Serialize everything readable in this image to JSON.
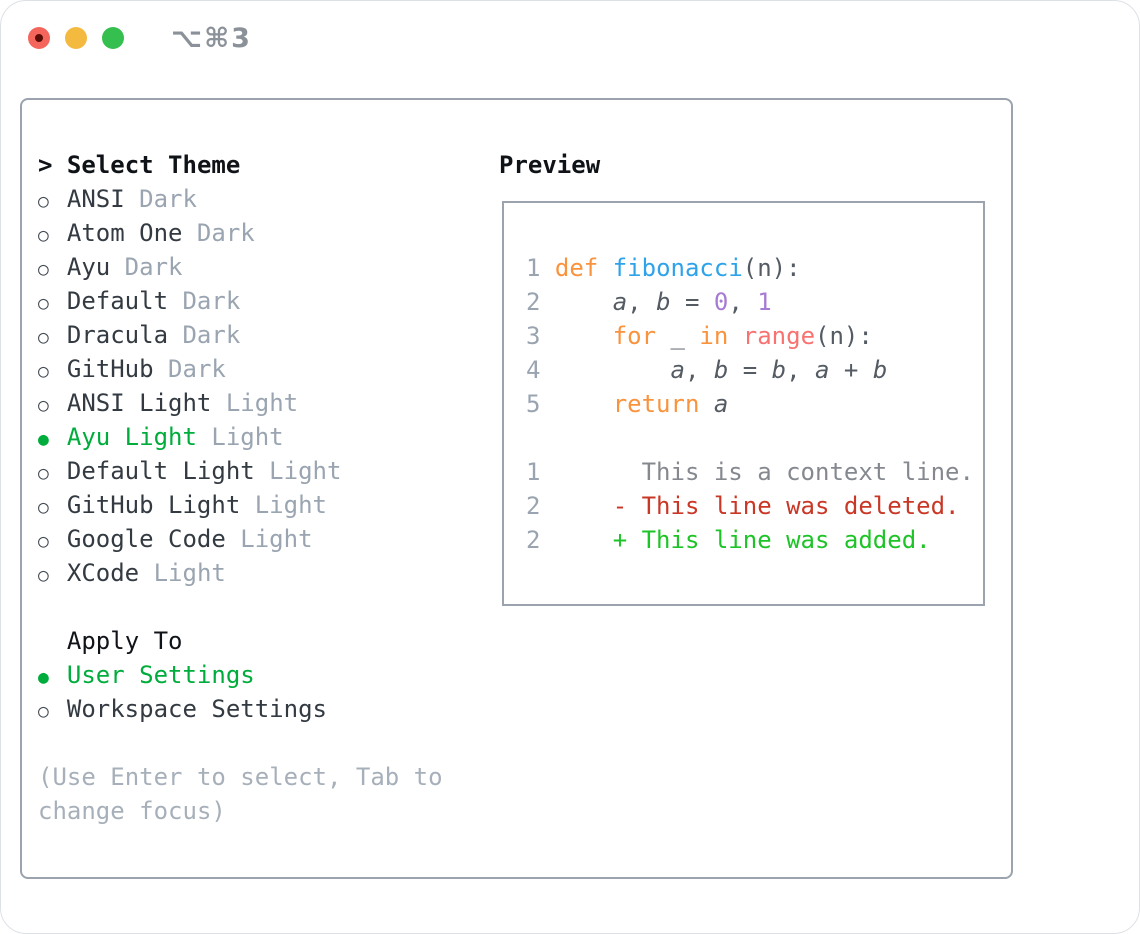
{
  "window": {
    "title": "⌥⌘3",
    "traffic_lights": [
      {
        "name": "close",
        "color": "#f4665c"
      },
      {
        "name": "minimize",
        "color": "#f4ba40"
      },
      {
        "name": "zoom",
        "color": "#35bf4e"
      }
    ]
  },
  "theme_panel": {
    "header_line": "> Select Theme",
    "radio_unselected": "○",
    "radio_selected": "●",
    "items": [
      {
        "name": "ANSI",
        "variant": "Dark",
        "selected": false
      },
      {
        "name": "Atom One",
        "variant": "Dark",
        "selected": false
      },
      {
        "name": "Ayu",
        "variant": "Dark",
        "selected": false
      },
      {
        "name": "Default",
        "variant": "Dark",
        "selected": false
      },
      {
        "name": "Dracula",
        "variant": "Dark",
        "selected": false
      },
      {
        "name": "GitHub",
        "variant": "Dark",
        "selected": false
      },
      {
        "name": "ANSI Light",
        "variant": "Light",
        "selected": false
      },
      {
        "name": "Ayu Light",
        "variant": "Light",
        "selected": true
      },
      {
        "name": "Default Light",
        "variant": "Light",
        "selected": false
      },
      {
        "name": "GitHub Light",
        "variant": "Light",
        "selected": false
      },
      {
        "name": "Google Code",
        "variant": "Light",
        "selected": false
      },
      {
        "name": "XCode",
        "variant": "Light",
        "selected": false
      }
    ],
    "apply_to": {
      "header": "Apply To",
      "options": [
        {
          "label": "User Settings",
          "selected": true
        },
        {
          "label": "Workspace Settings",
          "selected": false
        }
      ]
    },
    "help_text": "(Use Enter to select, Tab to\nchange focus)"
  },
  "preview": {
    "header": "Preview",
    "lines": [
      {
        "n": "1",
        "segments": [
          [
            "keyword",
            "def"
          ],
          [
            "plain",
            " "
          ],
          [
            "function",
            "fibonacci"
          ],
          [
            "plain",
            "(n):"
          ]
        ]
      },
      {
        "n": "2",
        "segments": [
          [
            "plain",
            "    "
          ],
          [
            "variable",
            "a"
          ],
          [
            "plain",
            ", "
          ],
          [
            "variable",
            "b"
          ],
          [
            "plain",
            " = "
          ],
          [
            "number",
            "0"
          ],
          [
            "plain",
            ", "
          ],
          [
            "number",
            "1"
          ]
        ]
      },
      {
        "n": "3",
        "segments": [
          [
            "plain",
            "    "
          ],
          [
            "keyword",
            "for"
          ],
          [
            "plain",
            " _ "
          ],
          [
            "keyword",
            "in"
          ],
          [
            "plain",
            " "
          ],
          [
            "builtin",
            "range"
          ],
          [
            "plain",
            "(n):"
          ]
        ]
      },
      {
        "n": "4",
        "segments": [
          [
            "plain",
            "        "
          ],
          [
            "variable",
            "a"
          ],
          [
            "plain",
            ", "
          ],
          [
            "variable",
            "b"
          ],
          [
            "plain",
            " = "
          ],
          [
            "variable",
            "b"
          ],
          [
            "plain",
            ", "
          ],
          [
            "variable",
            "a"
          ],
          [
            "plain",
            " + "
          ],
          [
            "variable",
            "b"
          ]
        ]
      },
      {
        "n": "5",
        "segments": [
          [
            "plain",
            "    "
          ],
          [
            "keyword",
            "return"
          ],
          [
            "plain",
            " "
          ],
          [
            "variable",
            "a"
          ]
        ]
      },
      {
        "n": "",
        "segments": []
      },
      {
        "n": "1",
        "segments": [
          [
            "plain",
            "      "
          ],
          [
            "context",
            "This is a context line."
          ]
        ]
      },
      {
        "n": "2",
        "segments": [
          [
            "plain",
            "    "
          ],
          [
            "deleted",
            "- This line was deleted."
          ]
        ]
      },
      {
        "n": "2",
        "segments": [
          [
            "plain",
            "    "
          ],
          [
            "added",
            "+ This line was added."
          ]
        ]
      }
    ]
  },
  "colors": {
    "selection_green": "#00ad3c",
    "added_green": "#1ec427",
    "deleted_red": "#c93726",
    "context_gray": "#85898f",
    "keyword_orange": "#f9933d",
    "function_blue": "#2ea3e9",
    "number_purple": "#a77bd3",
    "builtin_coral": "#f87272",
    "plain_code": "#545b63",
    "muted_gray": "#9aa5b1",
    "panel_border": "#9aa3ae"
  }
}
